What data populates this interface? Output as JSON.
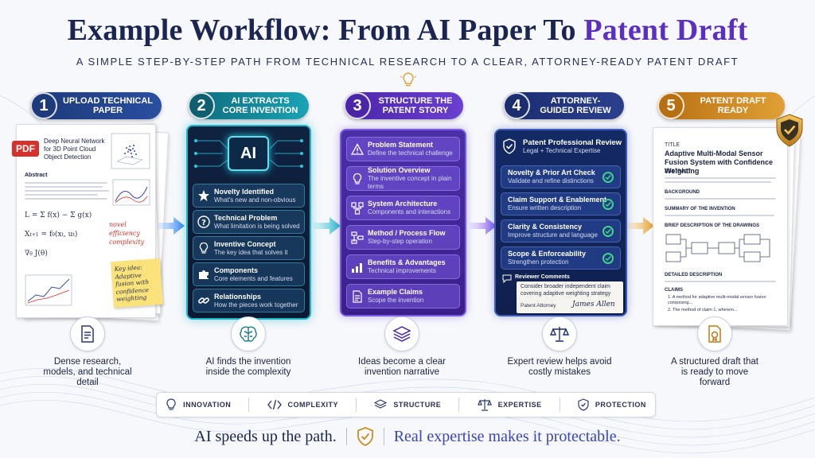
{
  "header": {
    "title_main": "Example Workflow: From AI Paper To ",
    "title_accent": "Patent Draft",
    "subtitle": "A SIMPLE STEP-BY-STEP PATH FROM TECHNICAL RESEARCH TO A CLEAR, ATTORNEY-READY PATENT DRAFT"
  },
  "colors": {
    "teal": "#1fb6c9",
    "purple": "#5a2fc2",
    "navy": "#1b2552",
    "gold": "#d98e1f",
    "check_green": "#3fd48b"
  },
  "steps": [
    {
      "num": "1",
      "label": "UPLOAD TECHNICAL PAPER",
      "caption": "Dense research, models, and technical detail",
      "icon": "document-icon"
    },
    {
      "num": "2",
      "label": "AI EXTRACTS CORE INVENTION",
      "caption": "AI finds the invention inside the complexity",
      "icon": "brain-icon"
    },
    {
      "num": "3",
      "label": "STRUCTURE THE PATENT STORY",
      "caption": "Ideas become a clear invention narrative",
      "icon": "layers-icon"
    },
    {
      "num": "4",
      "label": "ATTORNEY-GUIDED REVIEW",
      "caption": "Expert review helps avoid costly mistakes",
      "icon": "scales-icon"
    },
    {
      "num": "5",
      "label": "PATENT DRAFT READY",
      "caption": "A structured draft that is ready to move forward",
      "icon": "certificate-icon"
    }
  ],
  "paper": {
    "badge": "PDF",
    "title": "Deep Neural Network for 3D Point Cloud Object Detection",
    "section": "Abstract",
    "notes": [
      "novel",
      "efficiency",
      "complexity"
    ],
    "sticky": "Key idea: Adaptive fusion with confidence weighting"
  },
  "ai_panel": {
    "chip": "AI",
    "items": [
      {
        "title": "Novelty Identified",
        "desc": "What's new and non-obvious",
        "icon": "star-icon"
      },
      {
        "title": "Technical Problem",
        "desc": "What limitation is being solved",
        "icon": "question-icon"
      },
      {
        "title": "Inventive Concept",
        "desc": "The key idea that solves it",
        "icon": "lightbulb-icon"
      },
      {
        "title": "Components",
        "desc": "Core elements and features",
        "icon": "puzzle-icon"
      },
      {
        "title": "Relationships",
        "desc": "How the pieces work together",
        "icon": "link-icon"
      }
    ]
  },
  "story_panel": {
    "items": [
      {
        "title": "Problem Statement",
        "desc": "Define the technical challenge",
        "icon": "warning-icon"
      },
      {
        "title": "Solution Overview",
        "desc": "The inventive concept in plain terms",
        "icon": "lightbulb-icon"
      },
      {
        "title": "System Architecture",
        "desc": "Components and interactions",
        "icon": "architecture-icon"
      },
      {
        "title": "Method / Process Flow",
        "desc": "Step-by-step operation",
        "icon": "flow-icon"
      },
      {
        "title": "Benefits & Advantages",
        "desc": "Technical improvements",
        "icon": "bar-chart-icon"
      },
      {
        "title": "Example Claims",
        "desc": "Scope the invention",
        "icon": "document-icon"
      }
    ]
  },
  "review_panel": {
    "header_title": "Patent Professional Review",
    "header_desc": "Legal + Technical Expertise",
    "items": [
      {
        "title": "Novelty & Prior Art Check",
        "desc": "Validate and refine distinctions"
      },
      {
        "title": "Claim Support & Enablement",
        "desc": "Ensure written description"
      },
      {
        "title": "Clarity & Consistency",
        "desc": "Improve structure and language"
      },
      {
        "title": "Scope & Enforceability",
        "desc": "Strengthen protection"
      }
    ],
    "comments_label": "Reviewer Comments",
    "comment_text": "Consider broader independent claim covering adaptive weighting strategy",
    "signer": "Patent Attorney",
    "signature": "James Allen"
  },
  "draft": {
    "title_label": "TITLE",
    "title": "Adaptive Multi-Modal Sensor Fusion System with Confidence Weighting",
    "sections": [
      "ABSTRACT",
      "BACKGROUND",
      "SUMMARY OF THE INVENTION",
      "BRIEF DESCRIPTION OF THE DRAWINGS",
      "DETAILED DESCRIPTION",
      "CLAIMS"
    ],
    "claims": [
      "1. A method for adaptive multi-modal sensor fusion comprising...",
      "2. The method of claim 1, wherein..."
    ]
  },
  "legend": [
    {
      "label": "INNOVATION",
      "icon": "lightbulb-icon"
    },
    {
      "label": "COMPLEXITY",
      "icon": "code-icon"
    },
    {
      "label": "STRUCTURE",
      "icon": "layers-icon"
    },
    {
      "label": "EXPERTISE",
      "icon": "scales-icon"
    },
    {
      "label": "PROTECTION",
      "icon": "shield-check-icon"
    }
  ],
  "tagline": {
    "left": "AI speeds up the path.",
    "right": "Real expertise makes it protectable."
  }
}
